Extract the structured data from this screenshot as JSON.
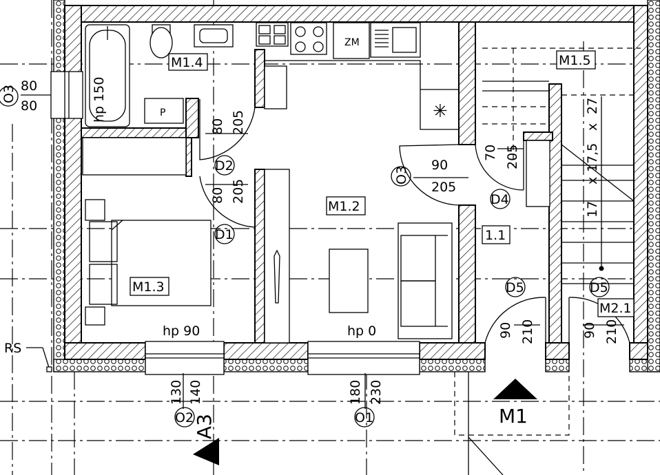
{
  "rooms": {
    "bathroom": "M1.4",
    "bedroom": "M1.3",
    "living": "M1.2",
    "stairs": "M1.5",
    "hall": "1.1",
    "vestibule": "M2.1"
  },
  "fixtures": {
    "boiler": "P",
    "fridge_freezer": "ZM"
  },
  "markers": {
    "rs": "RS",
    "section": "A3",
    "entrance": "M1",
    "o3_left": "O3",
    "o3_mid": "O3",
    "o2": "O2",
    "o1": "O1",
    "d2": "D2",
    "d1": "D1",
    "d4": "D4",
    "d5a": "D5",
    "d5b": "D5"
  },
  "dims": {
    "bath_window_w": "80",
    "bath_window_h": "80",
    "bath_sill": "hp 150",
    "d2_w": "80",
    "d2_h": "205",
    "d1_w": "80",
    "d1_h": "205",
    "o3_w": "90",
    "o3_h": "205",
    "d4_w": "70",
    "d4_h": "205",
    "stair_27": "27",
    "stair_175": "17,5",
    "stair_x": "x",
    "stair_17": "17",
    "bed_sill": "hp  90",
    "liv_sill": "hp  0",
    "o2_w": "130",
    "o2_h": "140",
    "o1_w": "180",
    "o1_h": "230",
    "d5a_w": "90",
    "d5a_h": "210",
    "d5b_w": "90",
    "d5b_h": "210"
  }
}
